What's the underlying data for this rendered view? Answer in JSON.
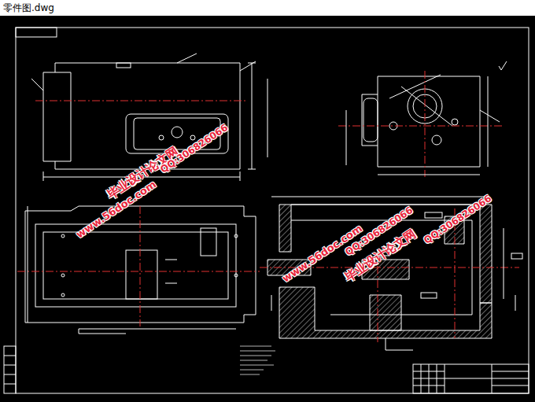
{
  "diagram": {
    "title": "零件图.dwg",
    "labels": [
      "毕业设计论文网",
      "www.56doc.com",
      "QQ:306826066",
      "QQ:306826066",
      "毕业设计论文网",
      "www.56doc.com",
      "QQ:306826066"
    ]
  }
}
